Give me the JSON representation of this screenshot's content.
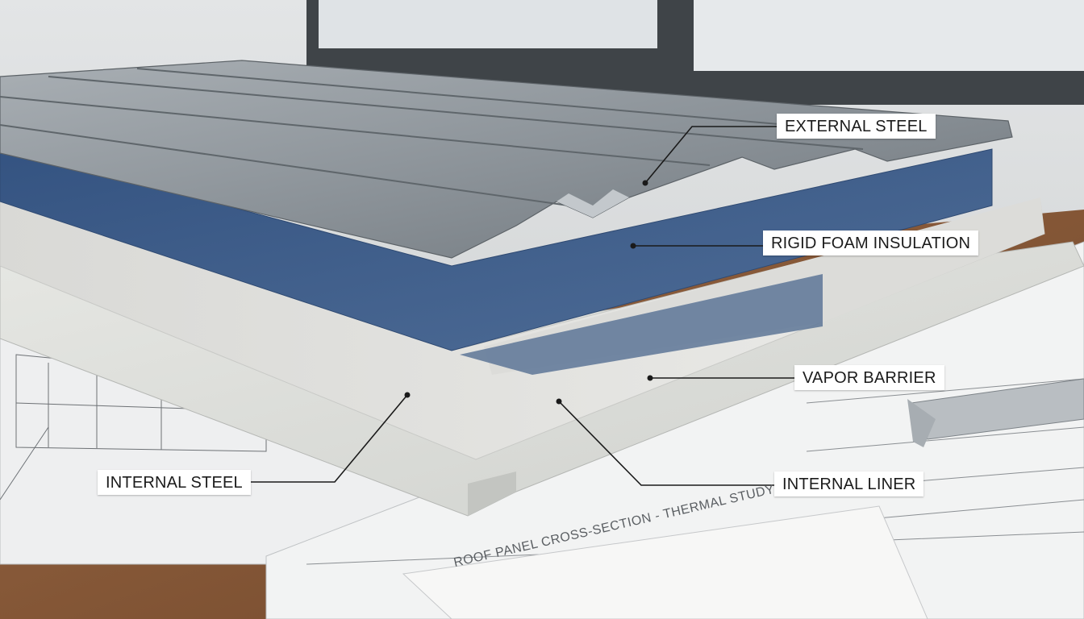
{
  "callouts": {
    "external_steel": "EXTERNAL STEEL",
    "rigid_foam": "RIGID FOAM INSULATION",
    "vapor_barrier": "VAPOR BARRIER",
    "internal_steel": "INTERNAL STEEL",
    "internal_liner": "INTERNAL LINER"
  },
  "document_caption": "ROOF PANEL CROSS-SECTION - THERMAL STUDY",
  "colors": {
    "external_steel": "#8f969c",
    "rigid_foam": "#4a6892",
    "vapor_barrier": "#5d7597",
    "insulation_core": "#e4e4e1",
    "internal_liner": "#e2e3df",
    "desk_wood": "#8a5a3a",
    "leader_line": "#1a1a1a"
  }
}
